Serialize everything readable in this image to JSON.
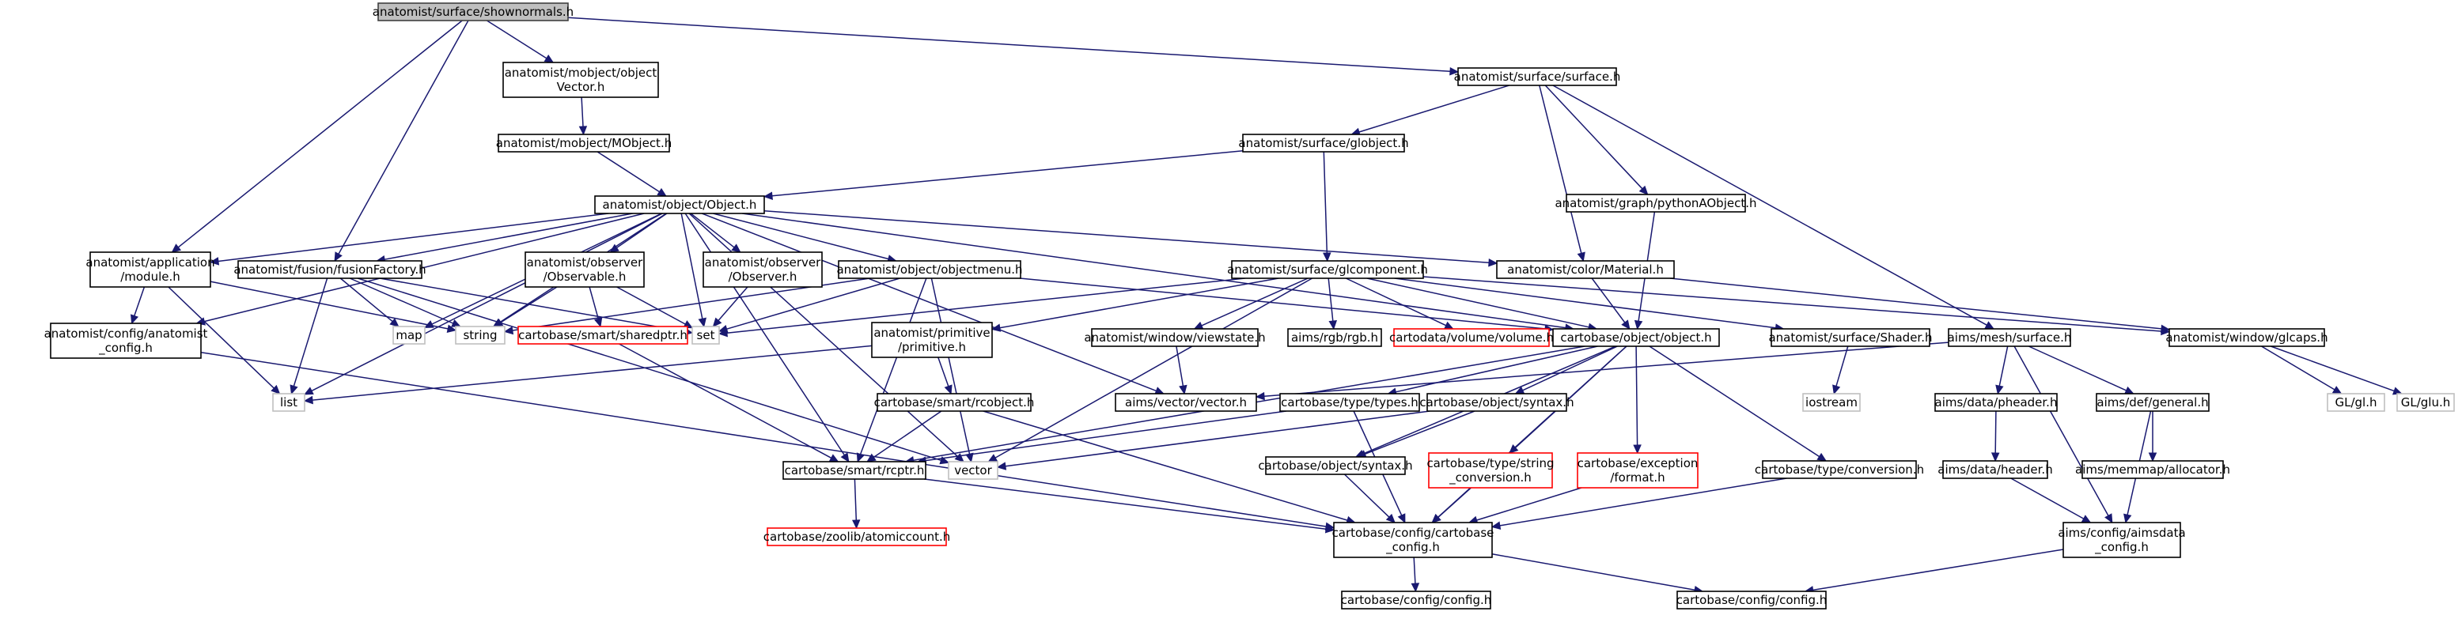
{
  "colors": {
    "edge": "#191970",
    "root_fill": "#bfbfbf",
    "root_stroke": "#404040",
    "node_stroke": "#000000",
    "missing_stroke": "#ff0000",
    "external_stroke": "#bfbfbf"
  },
  "nodes": [
    {
      "id": "root",
      "kind": "root",
      "lines": [
        "anatomist/surface/shownormals.h"
      ]
    },
    {
      "id": "mobjvec",
      "kind": "normal",
      "lines": [
        "anatomist/mobject/object",
        "Vector.h"
      ]
    },
    {
      "id": "surfaceh",
      "kind": "normal",
      "lines": [
        "anatomist/surface/surface.h"
      ]
    },
    {
      "id": "mobject",
      "kind": "normal",
      "lines": [
        "anatomist/mobject/MObject.h"
      ]
    },
    {
      "id": "globject",
      "kind": "normal",
      "lines": [
        "anatomist/surface/globject.h"
      ]
    },
    {
      "id": "objecth",
      "kind": "normal",
      "lines": [
        "anatomist/object/Object.h"
      ]
    },
    {
      "id": "pythonA",
      "kind": "normal",
      "lines": [
        "anatomist/graph/pythonAObject.h"
      ]
    },
    {
      "id": "module",
      "kind": "normal",
      "lines": [
        "anatomist/application",
        "/module.h"
      ]
    },
    {
      "id": "fusion",
      "kind": "normal",
      "lines": [
        "anatomist/fusion/fusionFactory.h"
      ]
    },
    {
      "id": "observable",
      "kind": "normal",
      "lines": [
        "anatomist/observer",
        "/Observable.h"
      ]
    },
    {
      "id": "observer",
      "kind": "normal",
      "lines": [
        "anatomist/observer",
        "/Observer.h"
      ]
    },
    {
      "id": "objmenu",
      "kind": "normal",
      "lines": [
        "anatomist/object/objectmenu.h"
      ]
    },
    {
      "id": "glcomp",
      "kind": "normal",
      "lines": [
        "anatomist/surface/glcomponent.h"
      ]
    },
    {
      "id": "material",
      "kind": "normal",
      "lines": [
        "anatomist/color/Material.h"
      ]
    },
    {
      "id": "anaconfig",
      "kind": "normal",
      "lines": [
        "anatomist/config/anatomist",
        "_config.h"
      ]
    },
    {
      "id": "map",
      "kind": "external",
      "lines": [
        "map"
      ]
    },
    {
      "id": "string",
      "kind": "external",
      "lines": [
        "string"
      ]
    },
    {
      "id": "sharedptr",
      "kind": "missing",
      "lines": [
        "cartobase/smart/sharedptr.h"
      ]
    },
    {
      "id": "set",
      "kind": "external",
      "lines": [
        "set"
      ]
    },
    {
      "id": "primitive",
      "kind": "normal",
      "lines": [
        "anatomist/primitive",
        "/primitive.h"
      ]
    },
    {
      "id": "viewstate",
      "kind": "normal",
      "lines": [
        "anatomist/window/viewstate.h"
      ]
    },
    {
      "id": "rgb",
      "kind": "normal",
      "lines": [
        "aims/rgb/rgb.h"
      ]
    },
    {
      "id": "volume",
      "kind": "missing",
      "lines": [
        "cartodata/volume/volume.h"
      ]
    },
    {
      "id": "cobjobject",
      "kind": "normal",
      "lines": [
        "cartobase/object/object.h"
      ]
    },
    {
      "id": "shader",
      "kind": "normal",
      "lines": [
        "anatomist/surface/Shader.h"
      ]
    },
    {
      "id": "glcaps",
      "kind": "normal",
      "lines": [
        "anatomist/window/glcaps.h"
      ]
    },
    {
      "id": "meshsurface",
      "kind": "normal",
      "lines": [
        "aims/mesh/surface.h"
      ]
    },
    {
      "id": "list",
      "kind": "external",
      "lines": [
        "list"
      ]
    },
    {
      "id": "rcobject",
      "kind": "normal",
      "lines": [
        "cartobase/smart/rcobject.h"
      ]
    },
    {
      "id": "vectorh",
      "kind": "normal",
      "lines": [
        "aims/vector/vector.h"
      ]
    },
    {
      "id": "types",
      "kind": "normal",
      "lines": [
        "cartobase/type/types.h"
      ]
    },
    {
      "id": "syntax1",
      "kind": "normal",
      "lines": [
        "cartobase/object/syntax.h"
      ]
    },
    {
      "id": "iostream",
      "kind": "external",
      "lines": [
        "iostream"
      ]
    },
    {
      "id": "pheader",
      "kind": "normal",
      "lines": [
        "aims/data/pheader.h"
      ]
    },
    {
      "id": "general",
      "kind": "normal",
      "lines": [
        "aims/def/general.h"
      ]
    },
    {
      "id": "glh",
      "kind": "external",
      "lines": [
        "GL/gl.h"
      ]
    },
    {
      "id": "gluh",
      "kind": "external",
      "lines": [
        "GL/glu.h"
      ]
    },
    {
      "id": "rcptr",
      "kind": "normal",
      "lines": [
        "cartobase/smart/rcptr.h"
      ]
    },
    {
      "id": "vector",
      "kind": "external",
      "lines": [
        "vector"
      ]
    },
    {
      "id": "syntax2",
      "kind": "normal",
      "lines": [
        "cartobase/object/syntax.h"
      ]
    },
    {
      "id": "strconv",
      "kind": "missing",
      "lines": [
        "cartobase/type/string",
        "_conversion.h"
      ]
    },
    {
      "id": "excformat",
      "kind": "missing",
      "lines": [
        "cartobase/exception",
        "/format.h"
      ]
    },
    {
      "id": "conversion",
      "kind": "normal",
      "lines": [
        "cartobase/type/conversion.h"
      ]
    },
    {
      "id": "header",
      "kind": "normal",
      "lines": [
        "aims/data/header.h"
      ]
    },
    {
      "id": "allocator",
      "kind": "normal",
      "lines": [
        "aims/memmap/allocator.h"
      ]
    },
    {
      "id": "atomic",
      "kind": "missing",
      "lines": [
        "cartobase/zoolib/atomiccount.h"
      ]
    },
    {
      "id": "cbconfig",
      "kind": "normal",
      "lines": [
        "cartobase/config/cartobase",
        "_config.h"
      ]
    },
    {
      "id": "aimsdata",
      "kind": "normal",
      "lines": [
        "aims/config/aimsdata",
        "_config.h"
      ]
    },
    {
      "id": "config1",
      "kind": "normal",
      "lines": [
        "cartobase/config/config.h"
      ]
    },
    {
      "id": "config2",
      "kind": "normal",
      "lines": [
        "cartobase/config/config.h"
      ]
    }
  ],
  "edges": [
    [
      "root",
      "mobjvec"
    ],
    [
      "root",
      "surfaceh"
    ],
    [
      "root",
      "module"
    ],
    [
      "root",
      "fusion"
    ],
    [
      "mobjvec",
      "mobject"
    ],
    [
      "mobject",
      "objecth"
    ],
    [
      "surfaceh",
      "globject"
    ],
    [
      "surfaceh",
      "material"
    ],
    [
      "surfaceh",
      "pythonA"
    ],
    [
      "surfaceh",
      "meshsurface"
    ],
    [
      "globject",
      "objecth"
    ],
    [
      "globject",
      "glcomp"
    ],
    [
      "pythonA",
      "cobjobject"
    ],
    [
      "objecth",
      "module"
    ],
    [
      "objecth",
      "fusion"
    ],
    [
      "objecth",
      "observable"
    ],
    [
      "objecth",
      "observer"
    ],
    [
      "objecth",
      "objmenu"
    ],
    [
      "objecth",
      "material"
    ],
    [
      "objecth",
      "anaconfig"
    ],
    [
      "objecth",
      "map"
    ],
    [
      "objecth",
      "string"
    ],
    [
      "objecth",
      "set"
    ],
    [
      "objecth",
      "list"
    ],
    [
      "objecth",
      "rcptr"
    ],
    [
      "objecth",
      "vector"
    ],
    [
      "objecth",
      "vectorh"
    ],
    [
      "objecth",
      "cobjobject"
    ],
    [
      "module",
      "anaconfig"
    ],
    [
      "module",
      "string"
    ],
    [
      "module",
      "list"
    ],
    [
      "fusion",
      "map"
    ],
    [
      "fusion",
      "string"
    ],
    [
      "fusion",
      "set"
    ],
    [
      "fusion",
      "list"
    ],
    [
      "fusion",
      "vector"
    ],
    [
      "observable",
      "string"
    ],
    [
      "observable",
      "set"
    ],
    [
      "observable",
      "sharedptr"
    ],
    [
      "observer",
      "set"
    ],
    [
      "objmenu",
      "string"
    ],
    [
      "objmenu",
      "set"
    ],
    [
      "objmenu",
      "rcptr"
    ],
    [
      "objmenu",
      "vector"
    ],
    [
      "objmenu",
      "cobjobject"
    ],
    [
      "glcomp",
      "set"
    ],
    [
      "glcomp",
      "primitive"
    ],
    [
      "glcomp",
      "viewstate"
    ],
    [
      "glcomp",
      "rgb"
    ],
    [
      "glcomp",
      "volume"
    ],
    [
      "glcomp",
      "cobjobject"
    ],
    [
      "glcomp",
      "shader"
    ],
    [
      "glcomp",
      "glcaps"
    ],
    [
      "glcomp",
      "vector"
    ],
    [
      "material",
      "cobjobject"
    ],
    [
      "material",
      "glcaps"
    ],
    [
      "anaconfig",
      "cbconfig"
    ],
    [
      "sharedptr",
      "rcptr"
    ],
    [
      "primitive",
      "list"
    ],
    [
      "primitive",
      "rcobject"
    ],
    [
      "viewstate",
      "vectorh"
    ],
    [
      "cobjobject",
      "types"
    ],
    [
      "cobjobject",
      "syntax1"
    ],
    [
      "cobjobject",
      "syntax2"
    ],
    [
      "cobjobject",
      "strconv"
    ],
    [
      "cobjobject",
      "excformat"
    ],
    [
      "cobjobject",
      "conversion"
    ],
    [
      "cobjobject",
      "cbconfig"
    ],
    [
      "cobjobject",
      "rcptr"
    ],
    [
      "shader",
      "iostream"
    ],
    [
      "glcaps",
      "glh"
    ],
    [
      "glcaps",
      "gluh"
    ],
    [
      "meshsurface",
      "vectorh"
    ],
    [
      "meshsurface",
      "pheader"
    ],
    [
      "meshsurface",
      "general"
    ],
    [
      "meshsurface",
      "aimsdata"
    ],
    [
      "rcobject",
      "rcptr"
    ],
    [
      "rcobject",
      "cbconfig"
    ],
    [
      "types",
      "rcptr"
    ],
    [
      "types",
      "cbconfig"
    ],
    [
      "syntax1",
      "vector"
    ],
    [
      "syntax1",
      "syntax2"
    ],
    [
      "syntax2",
      "cbconfig"
    ],
    [
      "strconv",
      "cbconfig"
    ],
    [
      "excformat",
      "cbconfig"
    ],
    [
      "conversion",
      "cbconfig"
    ],
    [
      "pheader",
      "header"
    ],
    [
      "header",
      "aimsdata"
    ],
    [
      "general",
      "allocator"
    ],
    [
      "general",
      "aimsdata"
    ],
    [
      "rcptr",
      "atomic"
    ],
    [
      "rcptr",
      "cbconfig"
    ],
    [
      "cbconfig",
      "config1"
    ],
    [
      "cbconfig",
      "config2"
    ],
    [
      "aimsdata",
      "config2"
    ]
  ]
}
